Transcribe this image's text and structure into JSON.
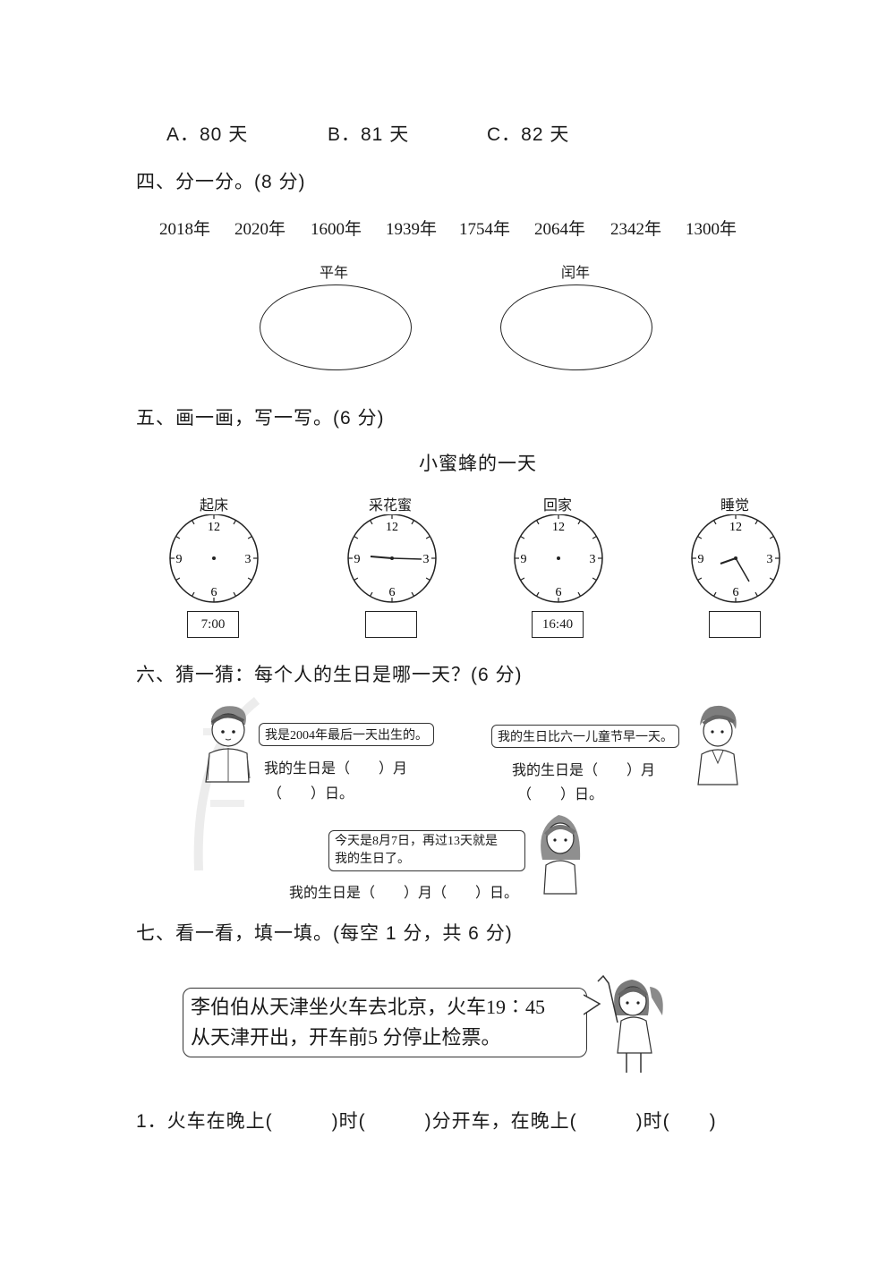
{
  "options": {
    "a": "A．80 天",
    "b": "B．81 天",
    "c": "C．82 天"
  },
  "section4": {
    "title": "四、分一分。(8 分)",
    "years": [
      "2018年",
      "2020年",
      "1600年",
      "1939年",
      "1754年",
      "2064年",
      "2342年",
      "1300年"
    ],
    "left_label": "平年",
    "right_label": "闰年"
  },
  "section5": {
    "title": "五、画一画，写一写。(6 分)",
    "subtitle": "小蜜蜂的一天",
    "clocks": [
      {
        "label": "起床",
        "time": "7:00"
      },
      {
        "label": "采花蜜",
        "time": ""
      },
      {
        "label": "回家",
        "time": "16:40"
      },
      {
        "label": "睡觉",
        "time": ""
      }
    ],
    "clock_numbers": {
      "n12": "12",
      "n3": "3",
      "n6": "6",
      "n9": "9"
    }
  },
  "section6": {
    "title": "六、猜一猜：每个人的生日是哪一天？(6 分)",
    "boy1_speech": "我是2004年最后一天出生的。",
    "boy1_answer_line1": "我的生日是（　　）月",
    "boy1_answer_line2": "（　　）日。",
    "boy2_speech": "我的生日比六一儿童节早一天。",
    "boy2_answer_line1": "我的生日是（　　）月",
    "boy2_answer_line2": "（　　）日。",
    "girl_speech_line1": "今天是8月7日，再过13天就是",
    "girl_speech_line2": "我的生日了。",
    "girl_answer": "我的生日是（　　）月（　　）日。"
  },
  "section7": {
    "title": "七、看一看，填一填。(每空 1 分，共 6 分)",
    "speech_line1": "李伯伯从天津坐火车去北京，火车19∶45",
    "speech_line2": "从天津开出，开车前5 分停止检票。",
    "q1": "1．火车在晚上(　　　)时(　　　)分开车，在晚上(　　　)时(　　)"
  }
}
